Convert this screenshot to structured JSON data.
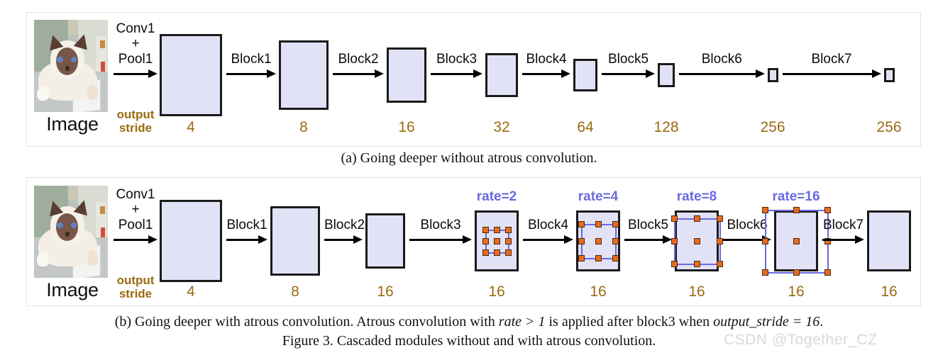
{
  "figure": {
    "number": "Figure 3.",
    "main_caption": "Figure 3. Cascaded modules without and with atrous convolution.",
    "watermark": "CSDN @Together_CZ",
    "colors": {
      "feature_map_fill": "#e2e2f7",
      "feature_map_border": "#1a1a1a",
      "stride_text": "#9a6a12",
      "rate_text": "#6a6ae0",
      "atrous_dot": "#ea6a1e",
      "atrous_link": "#6a6ae0",
      "panel_border": "#e3e3e3"
    }
  },
  "panel_a": {
    "id": "a",
    "caption_prefix": "(a)",
    "caption": "(a) Going deeper without atrous convolution.",
    "input": {
      "image_label": "Image",
      "image_alt": "cat-photo"
    },
    "stem_arrow_label": "Conv1\n+\nPool1",
    "stem_lines": [
      "Conv1",
      "+",
      "Pool1"
    ],
    "output_stride_label_lines": [
      "output",
      "stride"
    ],
    "arrow_labels": [
      "Block1",
      "Block2",
      "Block3",
      "Block4",
      "Block5",
      "Block6",
      "Block7"
    ],
    "blocks": [
      {
        "stride": "4",
        "width": 88,
        "height": 116
      },
      {
        "stride": "8",
        "width": 70,
        "height": 98
      },
      {
        "stride": "16",
        "width": 56,
        "height": 78
      },
      {
        "stride": "32",
        "width": 46,
        "height": 62
      },
      {
        "stride": "64",
        "width": 34,
        "height": 46
      },
      {
        "stride": "128",
        "width": 24,
        "height": 34
      },
      {
        "stride": "256",
        "width": 15,
        "height": 20
      },
      {
        "stride": "256",
        "width": 15,
        "height": 20
      }
    ]
  },
  "panel_b": {
    "id": "b",
    "caption_prefix": "(b)",
    "caption_text_1": "(b) Going deeper with atrous convolution. Atrous convolution with ",
    "caption_math_1": "rate > 1",
    "caption_text_2": " is applied after block3 when ",
    "caption_math_2": "output_stride = 16",
    "caption_text_3": ".",
    "caption_full": "(b) Going deeper with atrous convolution. Atrous convolution with rate > 1 is applied after block3 when output_stride = 16.",
    "input": {
      "image_label": "Image",
      "image_alt": "cat-photo"
    },
    "stem_lines": [
      "Conv1",
      "+",
      "Pool1"
    ],
    "output_stride_label_lines": [
      "output",
      "stride"
    ],
    "arrow_labels": [
      "Block1",
      "Block2",
      "Block3",
      "Block4",
      "Block5",
      "Block6",
      "Block7"
    ],
    "blocks": [
      {
        "stride": "4",
        "rate": "",
        "width": 88,
        "height": 116,
        "atrous": false
      },
      {
        "stride": "8",
        "rate": "",
        "width": 70,
        "height": 98,
        "atrous": false
      },
      {
        "stride": "16",
        "rate": "",
        "width": 56,
        "height": 78,
        "atrous": false
      },
      {
        "stride": "16",
        "rate": "rate=2",
        "width": 62,
        "height": 86,
        "atrous": true,
        "spacing": 16
      },
      {
        "stride": "16",
        "rate": "rate=4",
        "width": 62,
        "height": 86,
        "atrous": true,
        "spacing": 24
      },
      {
        "stride": "16",
        "rate": "rate=8",
        "width": 62,
        "height": 86,
        "atrous": true,
        "spacing": 32
      },
      {
        "stride": "16",
        "rate": "rate=16",
        "width": 62,
        "height": 86,
        "atrous": true,
        "spacing": 44
      },
      {
        "stride": "16",
        "rate": "",
        "width": 62,
        "height": 86,
        "atrous": false
      }
    ]
  },
  "chart_data": {
    "type": "diagram",
    "title": "Figure 3. Cascaded modules without and with atrous convolution.",
    "subplots": [
      {
        "name": "(a) Going deeper without atrous convolution.",
        "x": [
          "Image",
          "Block1",
          "Block2",
          "Block3",
          "Block4",
          "Block5",
          "Block6",
          "Block7"
        ],
        "output_stride": [
          4,
          8,
          16,
          32,
          64,
          128,
          256,
          256
        ],
        "atrous_rate": [
          null,
          null,
          null,
          null,
          null,
          null,
          null,
          null
        ]
      },
      {
        "name": "(b) Going deeper with atrous convolution.",
        "x": [
          "Image",
          "Block1",
          "Block2",
          "Block3",
          "Block4",
          "Block5",
          "Block6",
          "Block7"
        ],
        "output_stride": [
          4,
          8,
          16,
          16,
          16,
          16,
          16,
          16
        ],
        "atrous_rate": [
          null,
          null,
          null,
          2,
          4,
          8,
          16,
          null
        ]
      }
    ],
    "ylabel": "output stride",
    "annotations": [
      "rate=2",
      "rate=4",
      "rate=8",
      "rate=16"
    ]
  }
}
